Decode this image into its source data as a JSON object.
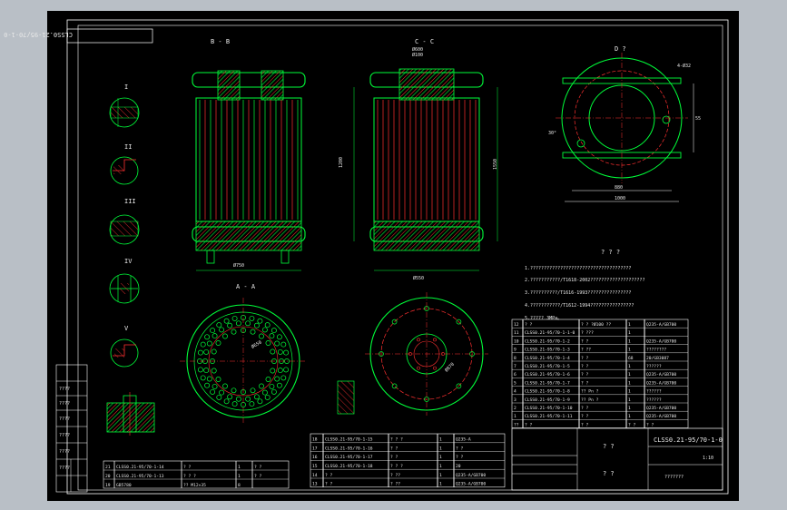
{
  "drawing": {
    "code_top": "CLSS0.21-95/70-1-0",
    "code_title": "CLSS0.21-95/70-1-0",
    "scale": "1:10",
    "title_placeholder_1": "? ?",
    "title_placeholder_2": "? ?",
    "unit_placeholder": "???????"
  },
  "views": {
    "view_b": "B - B",
    "view_c": "C - C",
    "view_d": "D ?",
    "view_a": "A - A",
    "detail_i": "I",
    "detail_ii": "II",
    "detail_iii": "III",
    "detail_iv": "IV",
    "detail_v": "V"
  },
  "dimensions": {
    "d750": "Ø750",
    "d550": "Ø550",
    "d600": "Ø600",
    "d100": "Ø100",
    "d1000": "1000",
    "d880": "880",
    "d1200": "1200",
    "d1550": "1550",
    "d650": "Ø650",
    "d870": "Ø870",
    "d4_d32": "4-Ø32",
    "d30": "30°",
    "d55": "55"
  },
  "notes": {
    "heading": "? ? ?",
    "lines": [
      "1.?????????????????????????????????????",
      "2.???????????/T1618-2002????????????????????",
      "3.??????????/T1616-1993????????????????",
      "4.???????????/T1612-1994????????????????",
      "5.????? 3MPa。"
    ]
  },
  "bom_right": {
    "rows": [
      [
        "12",
        "? ?",
        "? ? ?Ø100 ??",
        "1",
        "Q235-A/GB700"
      ],
      [
        "11",
        "CLSS0.21-95/70-1-1-0",
        "? ???",
        "1",
        ""
      ],
      [
        "10",
        "CLSS0.21-95/70-1-2",
        "? ?",
        "1",
        "Q235-A/GB700"
      ],
      [
        "9",
        "CLSS0.21-95/70-1-3",
        "? ??",
        "1",
        "????????"
      ],
      [
        "8",
        "CLSS0.21-95/70-1-4",
        "? ?",
        "68",
        "20/GB3087"
      ],
      [
        "7",
        "CLSS0.21-95/70-1-5",
        "? ?",
        "1",
        "??????"
      ],
      [
        "6",
        "CLSS0.21-95/70-1-6",
        "? ?",
        "1",
        "Q235-A/GB700"
      ],
      [
        "5",
        "CLSS0.21-95/70-1-7",
        "? ?",
        "1",
        "Q235-A/GB700"
      ],
      [
        "4",
        "CLSS0.21-95/70-1-8",
        "?? Pn ?",
        "1",
        "??????"
      ],
      [
        "3",
        "CLSS0.21-95/70-1-9",
        "?? Pn ?",
        "1",
        "??????"
      ],
      [
        "2",
        "CLSS0.21-95/70-1-10",
        "? ?",
        "1",
        "Q235-A/GB700"
      ],
      [
        "1",
        "CLSS0.21-95/70-1-11",
        "? ?",
        "1",
        "Q235-A/GB700"
      ],
      [
        "??",
        "? ?",
        "? ?",
        "? ?",
        "? ?"
      ]
    ]
  },
  "bom_mid": {
    "rows": [
      [
        "18",
        "CLSS0.21-95/70-1-15",
        "? ? ?",
        "1",
        "Q235-A"
      ],
      [
        "17",
        "CLSS0.21-95/70-1-16",
        "? ?",
        "1",
        "? ?"
      ],
      [
        "16",
        "CLSS0.21-95/70-1-17",
        "? ?",
        "1",
        "? ?"
      ],
      [
        "15",
        "CLSS0.21-95/70-1-18",
        "? ? ?",
        "1",
        "20"
      ],
      [
        "14",
        "? ?",
        "? ??",
        "1",
        "Q235-A/GB700"
      ],
      [
        "13",
        "? ?",
        "? ??",
        "1",
        "Q235-A/GB700"
      ]
    ]
  },
  "bom_left": {
    "rows": [
      [
        "21",
        "CLSS0.21-95/70-1-14",
        "? ?",
        "1",
        "? ?"
      ],
      [
        "20",
        "CLSS0.21-95/70-1-13",
        "? ? ?",
        "1",
        "? ?"
      ],
      [
        "19",
        "GB5780",
        "?? M12×35",
        "8",
        ""
      ]
    ]
  },
  "left_panel": {
    "labels": [
      "????",
      "????",
      "????",
      "????",
      "????",
      "????"
    ]
  },
  "colors": {
    "background": "#000000",
    "outline": "#00ff3a",
    "hidden": "#ff3030",
    "text": "#e8e8e8",
    "window": "#b9bfc6"
  }
}
